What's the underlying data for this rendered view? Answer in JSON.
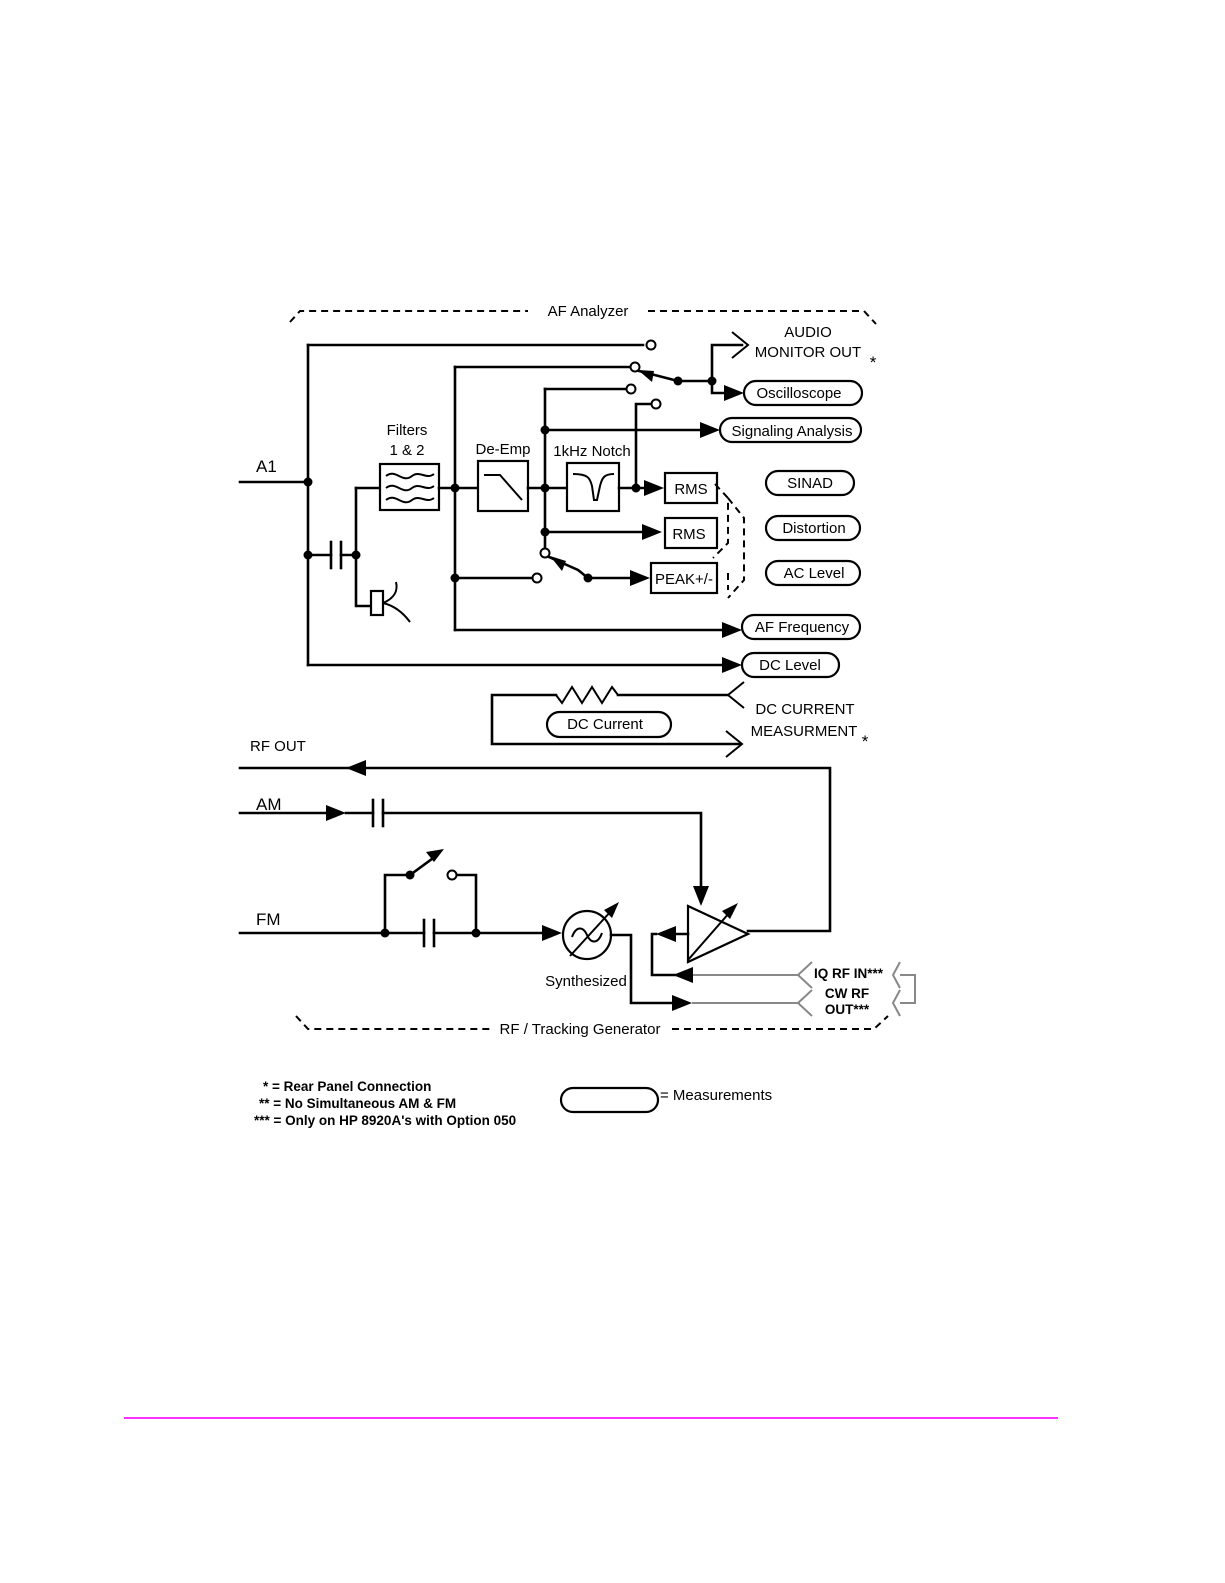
{
  "sections": {
    "af_analyzer": "AF Analyzer",
    "rf_tracking_generator": "RF / Tracking Generator"
  },
  "ports": {
    "a1": "A1",
    "rf_out": "RF OUT",
    "am": "AM",
    "fm": "FM"
  },
  "blocks": {
    "filters_line1": "Filters",
    "filters_line2": "1 & 2",
    "de_emp": "De-Emp",
    "notch": "1kHz Notch",
    "rms_1": "RMS",
    "rms_2": "RMS",
    "peak": "PEAK+/-",
    "synthesized": "Synthesized"
  },
  "outputs": {
    "audio_monitor_line1": "AUDIO",
    "audio_monitor_line2": "MONITOR OUT",
    "dc_current_line1": "DC CURRENT",
    "dc_current_line2": "MEASURMENT",
    "rear_star": "*",
    "iq_rf_in": "IQ RF IN***",
    "cw_rf_line1": "CW RF",
    "cw_rf_line2": "OUT***"
  },
  "measurements": {
    "oscilloscope": "Oscilloscope",
    "signaling_analysis": "Signaling Analysis",
    "sinad": "SINAD",
    "distortion": "Distortion",
    "ac_level": "AC Level",
    "af_frequency": "AF Frequency",
    "dc_level": "DC Level",
    "dc_current": "DC Current"
  },
  "legend": {
    "rear_panel": "* = Rear Panel Connection",
    "no_simultaneous": "** = No Simultaneous AM & FM",
    "option_050": "*** = Only on HP 8920A's with Option 050",
    "measurements": "= Measurements"
  },
  "colors": {
    "rule": "#ff33ff",
    "aux_lines": "#888888"
  }
}
